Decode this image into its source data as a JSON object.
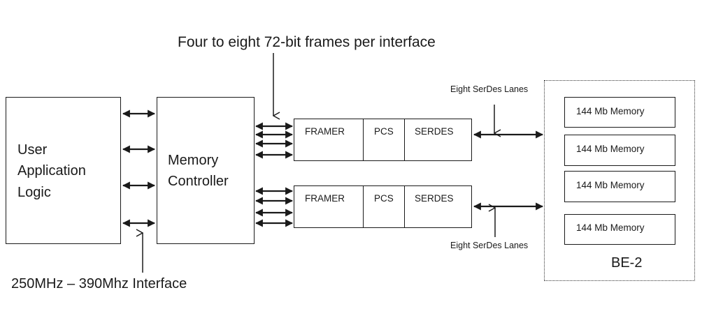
{
  "diagram": {
    "top_annotation": "Four  to eight  72-bit frames per interface",
    "bottom_annotation": "250MHz – 390Mhz  Interface",
    "user_logic": {
      "lines": [
        "User",
        "Application",
        "Logic"
      ]
    },
    "memory_controller": {
      "lines": [
        "Memory",
        "Controller"
      ]
    },
    "interfaces": [
      {
        "cells": [
          "FRAMER",
          "PCS",
          "SERDES"
        ],
        "lane_label": "Eight SerDes Lanes"
      },
      {
        "cells": [
          "FRAMER",
          "PCS",
          "SERDES"
        ],
        "lane_label": "Eight SerDes Lanes"
      }
    ],
    "be2": {
      "label": "BE-2",
      "memories": [
        "144 Mb Memory",
        "144 Mb Memory",
        "144 Mb Memory",
        "144 Mb Memory"
      ]
    },
    "colors": {
      "line": "#1a1a1a",
      "background": "#ffffff"
    }
  }
}
